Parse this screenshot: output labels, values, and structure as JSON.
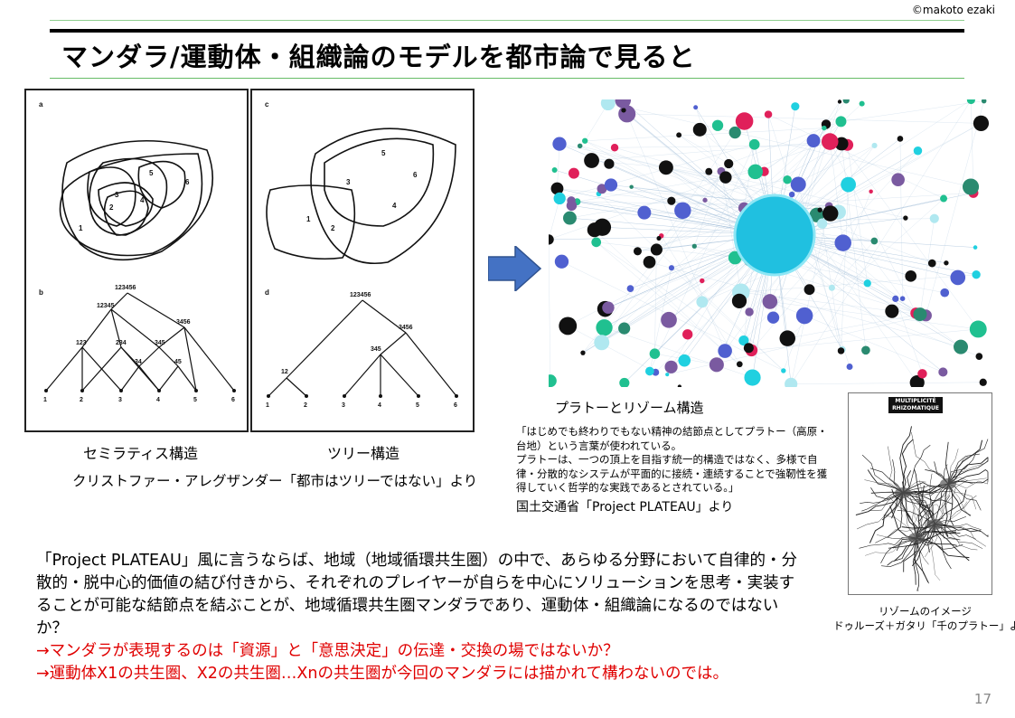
{
  "copyright": "©makoto ezaki",
  "title": "マンダラ/運動体・組織論のモデルを都市論で見ると",
  "diagram": {
    "panel_labels": [
      "a",
      "b",
      "c",
      "d"
    ],
    "semilattice_numbers": [
      "1",
      "2",
      "3",
      "4",
      "5",
      "6"
    ],
    "tree_numbers": [
      "1",
      "2",
      "3",
      "4",
      "5",
      "6"
    ],
    "semilattice_nodes": [
      "123456",
      "12345",
      "3456",
      "123",
      "234",
      "345",
      "34",
      "45",
      "1",
      "2",
      "3",
      "4",
      "5",
      "6"
    ],
    "tree_nodes": [
      "123456",
      "3456",
      "345",
      "12",
      "1",
      "2",
      "3",
      "4",
      "5",
      "6"
    ]
  },
  "captions": {
    "semilattice": "セミラティス構造",
    "tree": "ツリー構造",
    "source_alexander": "クリストファー・アレグザンダー「都市はツリーではない」より",
    "plato_rhizome": "プラトーとリゾーム構造",
    "quote": "「はじめでも終わりでもない精神の結節点としてプラトー（高原・台地）という言葉が使われている。\nプラトーは、一つの頂上を目指す統一的構造ではなく、多様で自律・分散的なシステムが平面的に接続・連続することで強靭性を獲得していく哲学的な実践であるとされている。」",
    "source_plateau": "国土交通省「Project PLATEAU」より",
    "book_title": "MULTIPLICITÉ RHIZOMATIQUE",
    "rhizome_image": "リゾームのイメージ",
    "source_deleuze": "ドゥルーズ＋ガタリ「千のプラトー」より"
  },
  "body": {
    "paragraph": "「Project PLATEAU」風に言うならば、地域（地域循環共生圏）の中で、あらゆる分野において自律的・分散的・脱中心的価値の結び付きから、それぞれのプレイヤーが自らを中心にソリューションを思考・実装することが可能な結節点を結ぶことが、地域循環共生圏マンダラであり、運動体・組織論になるのではないか？",
    "red1": "→マンダラが表現するのは「資源」と「意思決定」の伝達・交換の場ではないか？",
    "red2": "→運動体X1の共生圏、X2の共生圏…Xnの共生圏が今回のマンダラには描かれて構わないのでは。"
  },
  "page_number": "17",
  "colors": {
    "arrow": "#4472c4",
    "hub": "#20c0e0",
    "red_text": "#e00000",
    "rule_green": "#66bb66"
  }
}
